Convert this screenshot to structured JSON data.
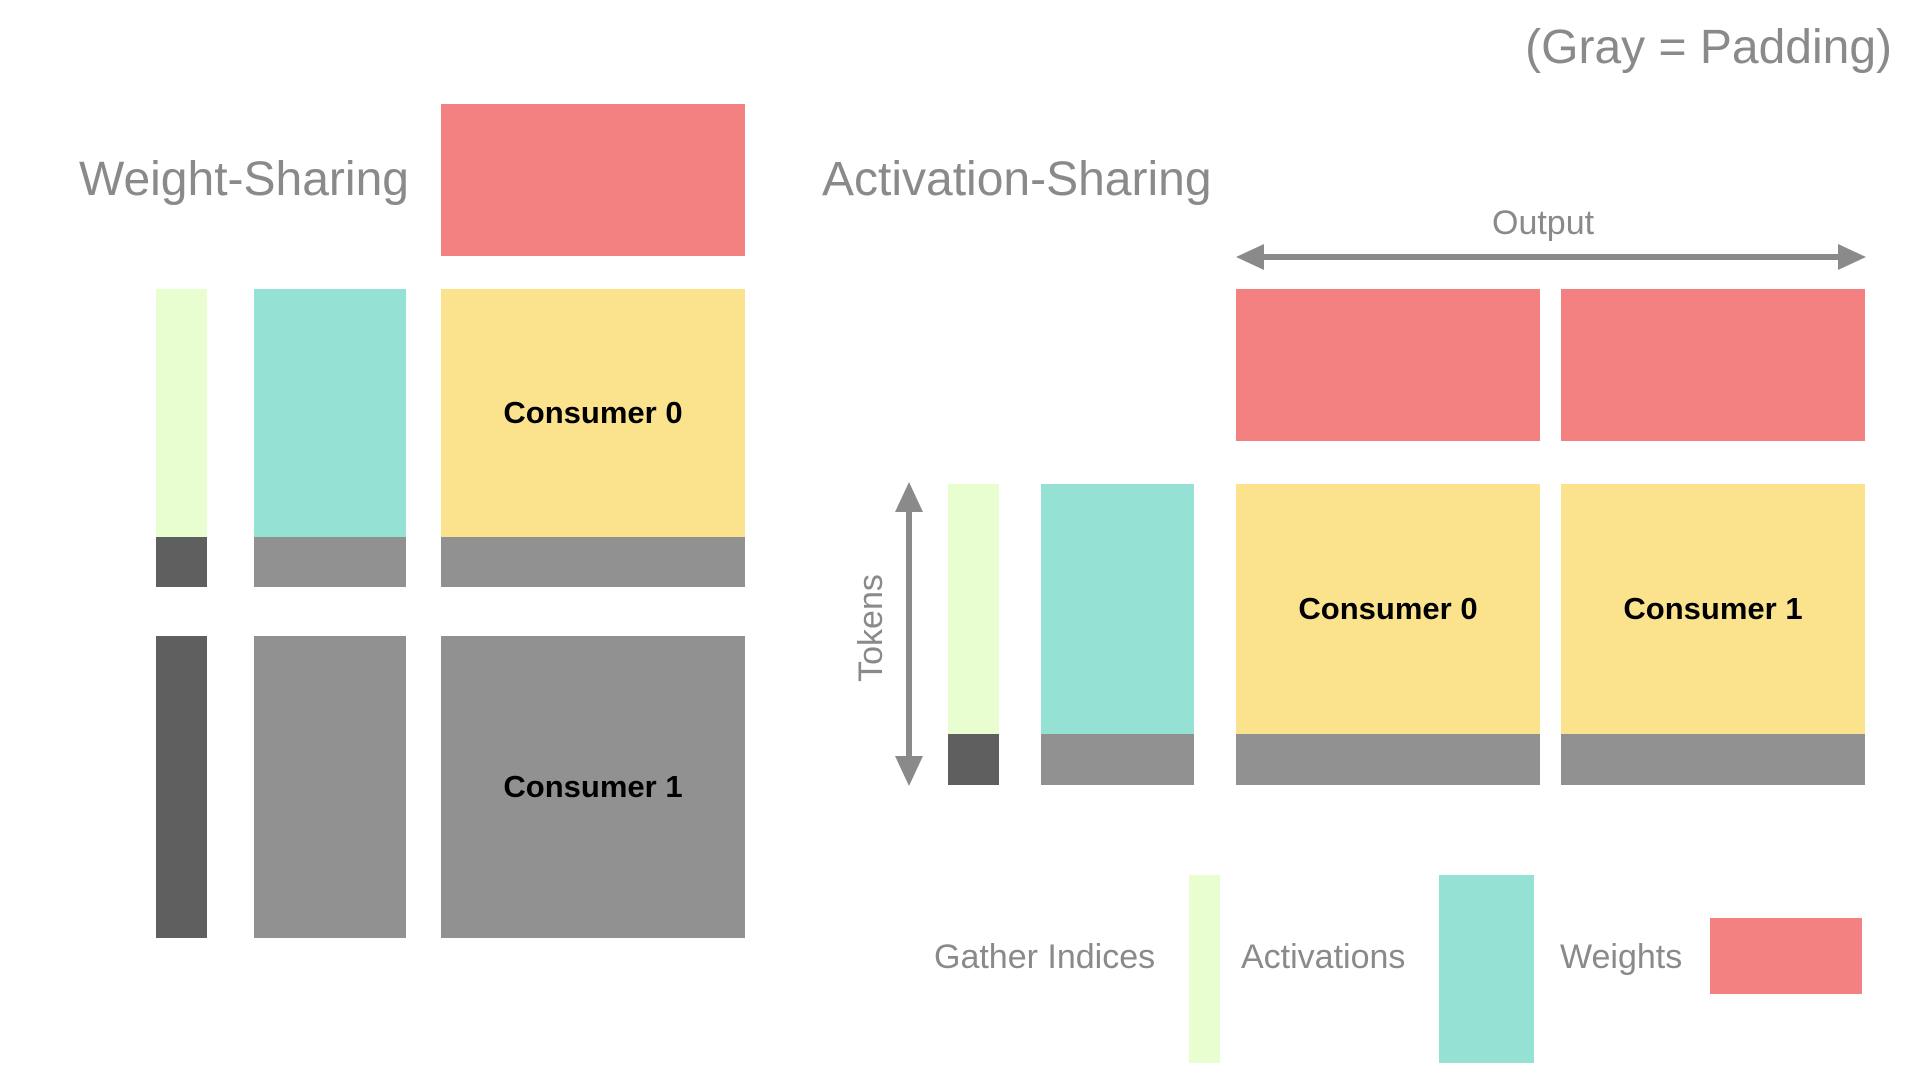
{
  "padding_note": "(Gray = Padding)",
  "weight_sharing": {
    "title": "Weight-Sharing",
    "consumer0_label": "Consumer 0",
    "consumer1_label": "Consumer 1"
  },
  "activation_sharing": {
    "title": "Activation-Sharing",
    "output_label": "Output",
    "tokens_label": "Tokens",
    "consumer0_label": "Consumer 0",
    "consumer1_label": "Consumer 1"
  },
  "legend": {
    "gather_indices": "Gather Indices",
    "activations": "Activations",
    "weights": "Weights"
  },
  "colors": {
    "weights": "#f38181",
    "activations": "#95e1d3",
    "gather_indices": "#e8fdd0",
    "consumer": "#fbe38e",
    "padding": "#919191",
    "padding_dark": "#5f5f5f",
    "text_gray": "#8a8a8a"
  }
}
